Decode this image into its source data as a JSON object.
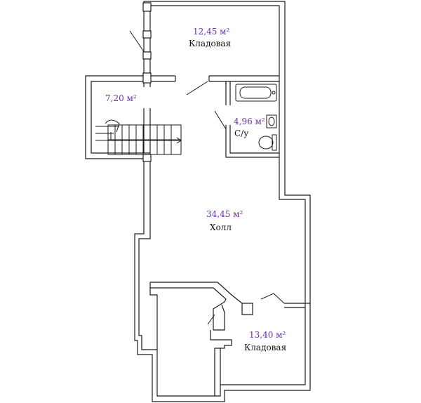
{
  "colors": {
    "area_text": "#6a2fb0",
    "label_text": "#111111",
    "walls": "#1a1a1a",
    "background": "#ffffff"
  },
  "rooms": [
    {
      "id": "storage-top",
      "area": "12,45 м²",
      "name": "Кладовая"
    },
    {
      "id": "stair",
      "area": "7,20 м²",
      "name": ""
    },
    {
      "id": "bathroom",
      "area": "4,96 м²",
      "name": "С/у"
    },
    {
      "id": "hall",
      "area": "34,45 м²",
      "name": "Холл"
    },
    {
      "id": "storage-bottom",
      "area": "13,40 м²",
      "name": "Кладовая"
    }
  ]
}
